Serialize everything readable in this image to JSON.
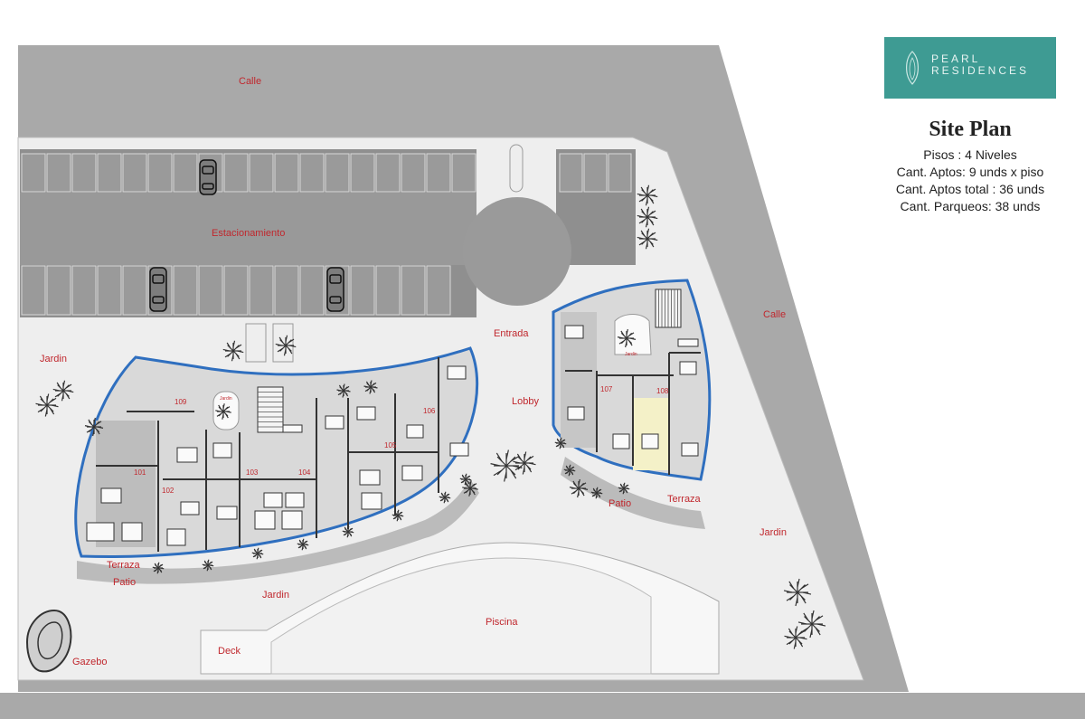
{
  "logo": {
    "line1": "PEARL",
    "line2": "RESIDENCES",
    "bg_color": "#3e9b93"
  },
  "info": {
    "title": "Site Plan",
    "lines": [
      "Pisos : 4 Niveles",
      "Cant. Aptos: 9 unds x piso",
      "Cant. Aptos total : 36 unds",
      "Cant. Parqueos: 38 unds"
    ]
  },
  "labels": {
    "calle_top": "Calle",
    "calle_right": "Calle",
    "estacionamiento": "Estacionamiento",
    "entrada": "Entrada",
    "lobby": "Lobby",
    "jardin_left": "Jardin",
    "jardin_center": "Jardin",
    "jardin_right": "Jardin",
    "terraza_left": "Terraza",
    "terraza_right": "Terraza",
    "patio_left": "Patio",
    "patio_right": "Patio",
    "piscina": "Piscina",
    "deck": "Deck",
    "gazebo": "Gazebo"
  },
  "units": [
    "101",
    "102",
    "103",
    "104",
    "105",
    "106",
    "107",
    "108",
    "109"
  ],
  "small_labels": {
    "jardin_small_a": "Jardin",
    "jardin_small_b": "Jardin"
  },
  "colors": {
    "street": "#a9a9a9",
    "parking": "#909090",
    "ground": "#eeeeee",
    "building_outline": "#2f6fbf",
    "label": "#c0272d"
  }
}
